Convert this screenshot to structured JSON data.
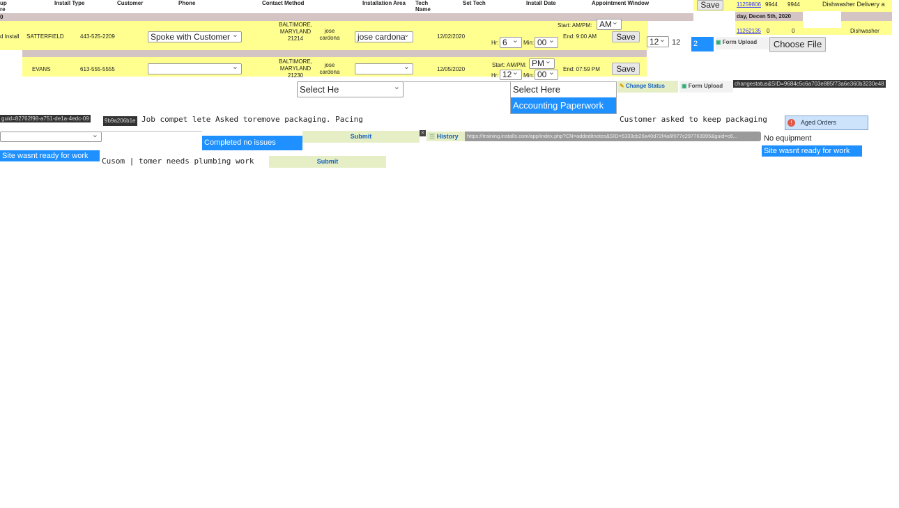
{
  "headers": {
    "col0": "up",
    "col0b": "re",
    "install_type": "Install Type",
    "customer": "Customer",
    "phone": "Phone",
    "contact_method": "Contact Method",
    "installation_area": "Installation Area",
    "tech_name": "Tech Name",
    "set_tech": "Set Tech",
    "install_date": "Install Date",
    "appointment_window": "Appointment Window"
  },
  "group_count": "0",
  "rows": [
    {
      "type": "d Install",
      "customer": "SATTERFIELD",
      "phone": "443-525-2209",
      "contact": "Spoke with Customer",
      "area_line2": "MARYLAND",
      "area_zip": "21214",
      "tech": "cardona",
      "set_tech": "jose cardona",
      "date": "12/02/2020",
      "start_ampm": "AM",
      "hr": "6",
      "min": "00",
      "end": "End: 9:00 AM",
      "save": "Save"
    },
    {
      "customer": "EVANS",
      "phone": "613-555-5555",
      "contact": "",
      "area_line1": "BALTIMORE,",
      "area_line2": "MARYLAND",
      "area_zip": "21230",
      "tech": "jose cardona",
      "set_tech": "",
      "date": "12/05/2020",
      "start_ampm": "PM",
      "hr": "12",
      "min": "00",
      "end": "End: 07:59 PM",
      "save": "Save"
    }
  ],
  "labels": {
    "start": "Start: AM/PM:",
    "hr": "Hr:",
    "min": "Min:",
    "area_top": "BALTIMORE,",
    "tech_top": "jose"
  },
  "right_panel": {
    "save": "Save",
    "order1": "11259806",
    "q1": "9944",
    "q2": "9944",
    "desc1": "Dishwasher Delivery a",
    "date_header": "day, Decen 5th, 2020",
    "order2": "11262135",
    "q3": "0",
    "q4": "0",
    "desc2": "Dishwasher"
  },
  "controls": {
    "hour_select": "12",
    "hour_text": "12",
    "qty_input": "2",
    "form_upload": "Form Upload",
    "choose_file": "Choose File"
  },
  "status": {
    "select_value": "Select He",
    "options": [
      "Select Here",
      "Accounting Paperwork"
    ],
    "change_status": "Change Status",
    "form_upload": "Form Upload",
    "url_tip": "changestatus&SID=9684c5c6a703e885f73a6e360b3230e48"
  },
  "notes": {
    "guid_tip_a": "guid=82762f98-a751-de1a-4edc-09",
    "guid_tip_b": "9b9a206b1e",
    "text1": "Job compet lete Asked toremove packaging. Pacing",
    "text2": "Customer asked to keep packaging",
    "aged_orders": "Aged Orders",
    "completed": "Completed no issues",
    "submit": "Submit",
    "history": "History",
    "history_url": "https://training.installs.com/app/index.php?CN=addeditnotes&SID=5333cb26a40d72f4a6f077c297763995&guid=c6...",
    "no_equipment": "No equipment",
    "site_not_ready": "Site wasnt ready for work",
    "text3": "Cusom | tomer needs plumbing work",
    "submit2": "Submit"
  }
}
